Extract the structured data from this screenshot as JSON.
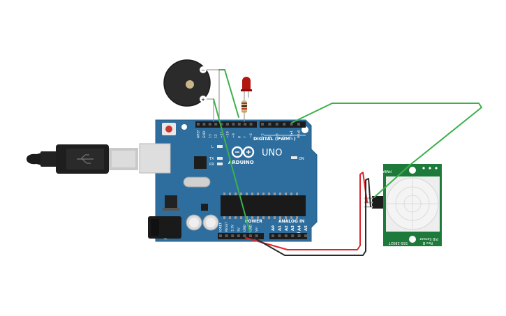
{
  "board": {
    "brand": "ARDUINO",
    "model": "UNO",
    "digital_label": "DIGITAL (PWM~)",
    "power_label": "POWER",
    "analog_label": "ANALOG IN",
    "on_label": "ON",
    "tx_label": "TX",
    "rx_label": "RX",
    "l_label": "L",
    "top_pins": [
      "AREF",
      "GND",
      "13",
      "12",
      "~11",
      "~10",
      "~9",
      "8",
      "7",
      "~6",
      "~5",
      "4",
      "~3",
      "2",
      "TX▸1",
      "RX◂0"
    ],
    "power_pins": [
      "IOREF",
      "RESET",
      "3.3V",
      "5V",
      "GND",
      "GND",
      "Vin"
    ],
    "analog_pins": [
      "A0",
      "A1",
      "A2",
      "A3",
      "A4",
      "A5"
    ]
  },
  "buzzer": {
    "minus": "−",
    "plus": "+"
  },
  "pir": {
    "top_label": "PARALLAX",
    "bottom_line1": "PIR Sensor",
    "bottom_line2": "Rev B",
    "part_no": "555-28027"
  },
  "colors": {
    "board": "#2e6e9e",
    "pcb_green": "#1d7a3b",
    "wire_green": "#3cb04a",
    "wire_red": "#d9262b",
    "wire_black": "#2a2a2a",
    "led": "#b3150f"
  }
}
